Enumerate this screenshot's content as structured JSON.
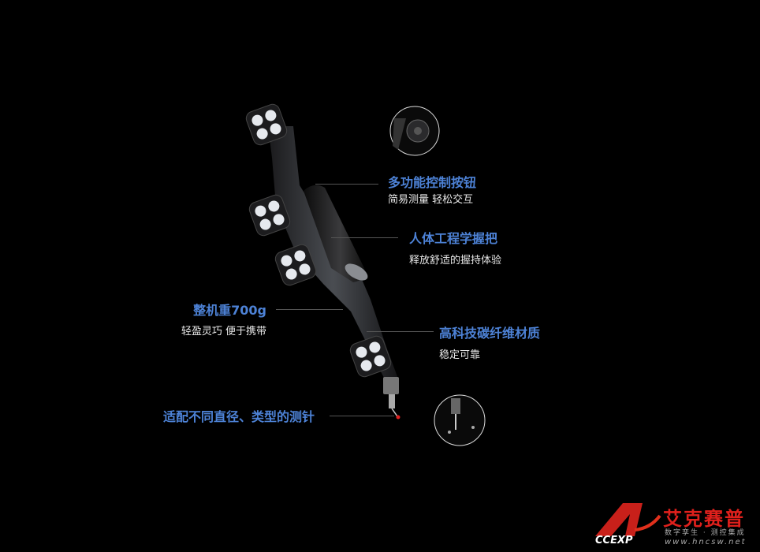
{
  "features": [
    {
      "title": "多功能控制按钮",
      "subtitle": "简易测量 轻松交互"
    },
    {
      "title": "人体工程学握把",
      "subtitle": "释放舒适的握持体验"
    },
    {
      "title": "整机重700g",
      "subtitle": "轻盈灵巧 便于携带"
    },
    {
      "title": "高科技碳纤维材质",
      "subtitle": "稳定可靠"
    },
    {
      "title": "适配不同直径、类型的测针"
    }
  ],
  "logo": {
    "name_cn": "艾克赛普",
    "name_en": "CCEXP",
    "tagline": "数字孪生 · 测控集成",
    "url": "www.hncsw.net"
  },
  "colors": {
    "accent": "#4d82d6",
    "background": "#000000",
    "logo_red": "#e0201c"
  }
}
